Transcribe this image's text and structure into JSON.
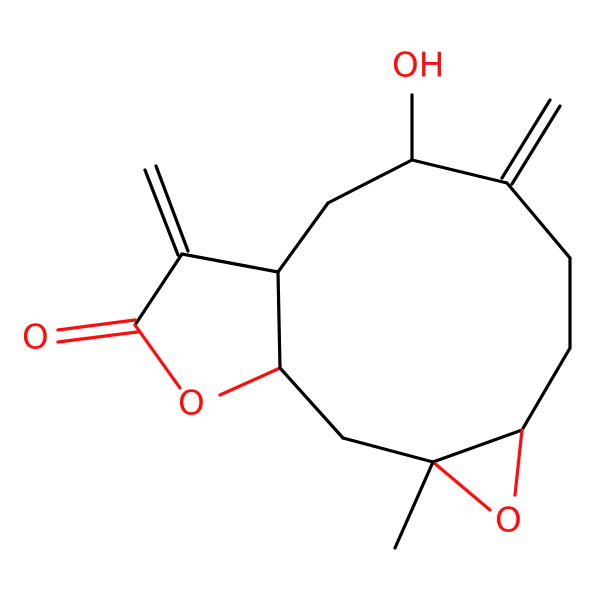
{
  "molecule": {
    "atom_labels": {
      "hydroxyl": "OH",
      "carbonyl_oxygen": "O",
      "ring_oxygen": "O",
      "epoxide_oxygen": "O"
    },
    "colors": {
      "bond": "#000000",
      "oxygen": "#ff0d0d",
      "background": "#ffffff"
    }
  }
}
